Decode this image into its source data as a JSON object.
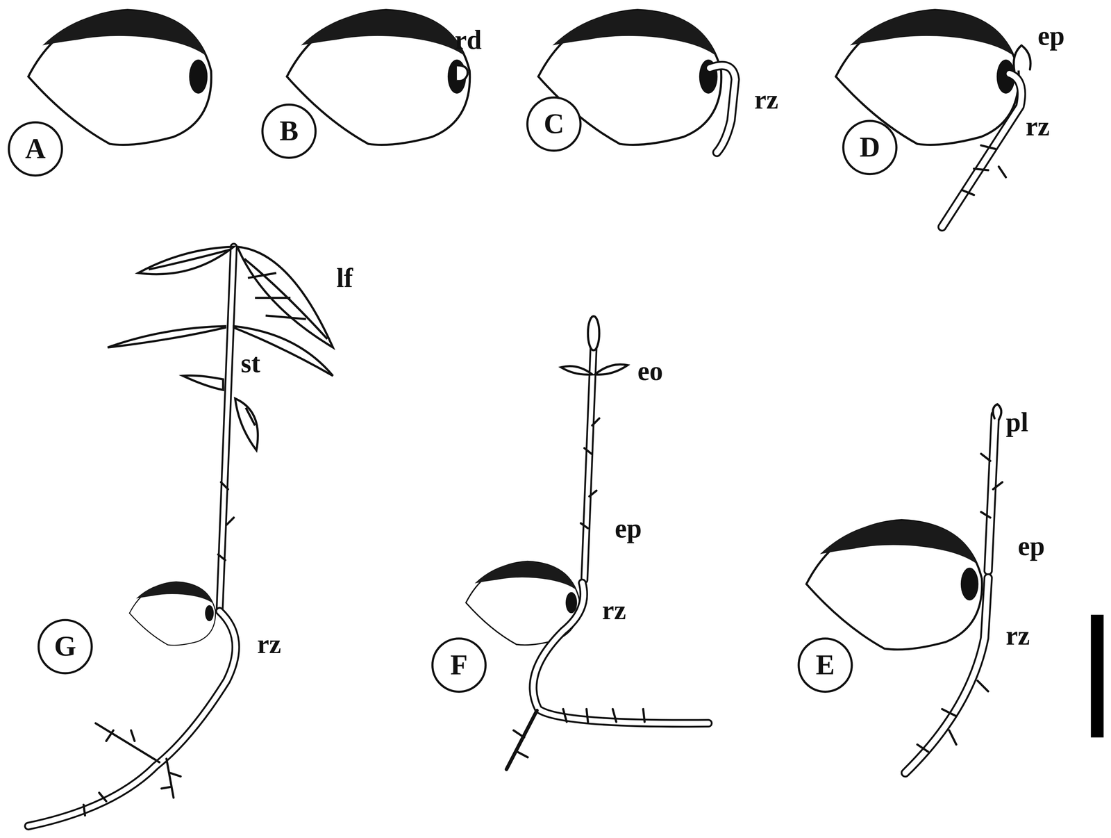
{
  "diagram": {
    "nodes": [
      {
        "text": [
          "A"
        ]
      },
      {
        "text": [
          "B"
        ]
      },
      {
        "text": [
          "C"
        ]
      },
      {
        "text": [
          "D"
        ]
      },
      {
        "text": [
          "G"
        ]
      },
      {
        "text": [
          "F"
        ]
      },
      {
        "text": [
          "E"
        ]
      }
    ],
    "labels": [
      "rd",
      "rz",
      "ep",
      "rz",
      "lf",
      "st",
      "rz",
      "eo",
      "ep",
      "rz",
      "pl",
      "ep",
      "rz"
    ]
  }
}
